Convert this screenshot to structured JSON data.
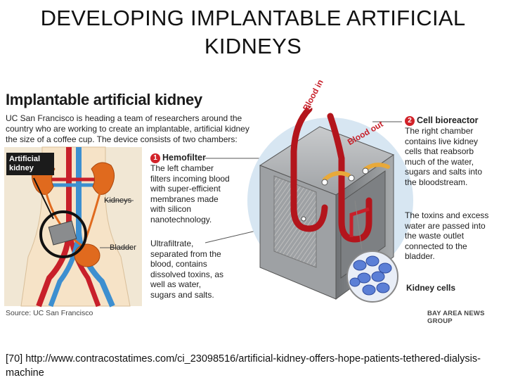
{
  "slide": {
    "title_line1": "DEVELOPING IMPLANTABLE ARTIFICIAL",
    "title_line2": "KIDNEYS",
    "citation": "[70] http://www.contracostatimes.com/ci_23098516/artificial-kidney-offers-hope-patients-tethered-dialysis-machine"
  },
  "infographic": {
    "title": "Implantable artificial kidney",
    "intro": "UC San Francisco is heading a team of researchers around the country who are working to create an implantable, artificial kidney the size of a coffee cup. The device consists of two chambers:",
    "body_labels": {
      "artificial_kidney": "Artificial kidney",
      "kidneys": "Kidneys",
      "bladder": "Bladder"
    },
    "hemofilter": {
      "number": "1",
      "title": "Hemofilter",
      "text": "The left chamber filters incoming blood with super-efficient membranes made with silicon nanotechnology."
    },
    "ultrafiltrate": {
      "text": "Ultrafiltrate, separated from the blood, contains dissolved toxins, as well as water, sugars and salts."
    },
    "cell_bioreactor": {
      "number": "2",
      "title": "Cell bioreactor",
      "text": "The right chamber contains live kidney cells that reabsorb much of the water, sugars and salts into the bloodstream."
    },
    "toxins": {
      "text": "The toxins and excess water are passed into the waste outlet connected to the bladder."
    },
    "kidney_cells": "Kidney cells",
    "blood_in": "Blood in",
    "blood_out": "Blood out",
    "source": "Source: UC San Francisco",
    "credit": "BAY AREA NEWS GROUP"
  },
  "colors": {
    "artery_red": "#c8202a",
    "vein_blue": "#3d8fd0",
    "kidney_orange": "#e06a1e",
    "panel_tan": "#f1e7d4",
    "device_gray": "#8a8c8e",
    "ultrafiltrate_gold": "#e8a93a",
    "accent_red": "#d2232a"
  }
}
